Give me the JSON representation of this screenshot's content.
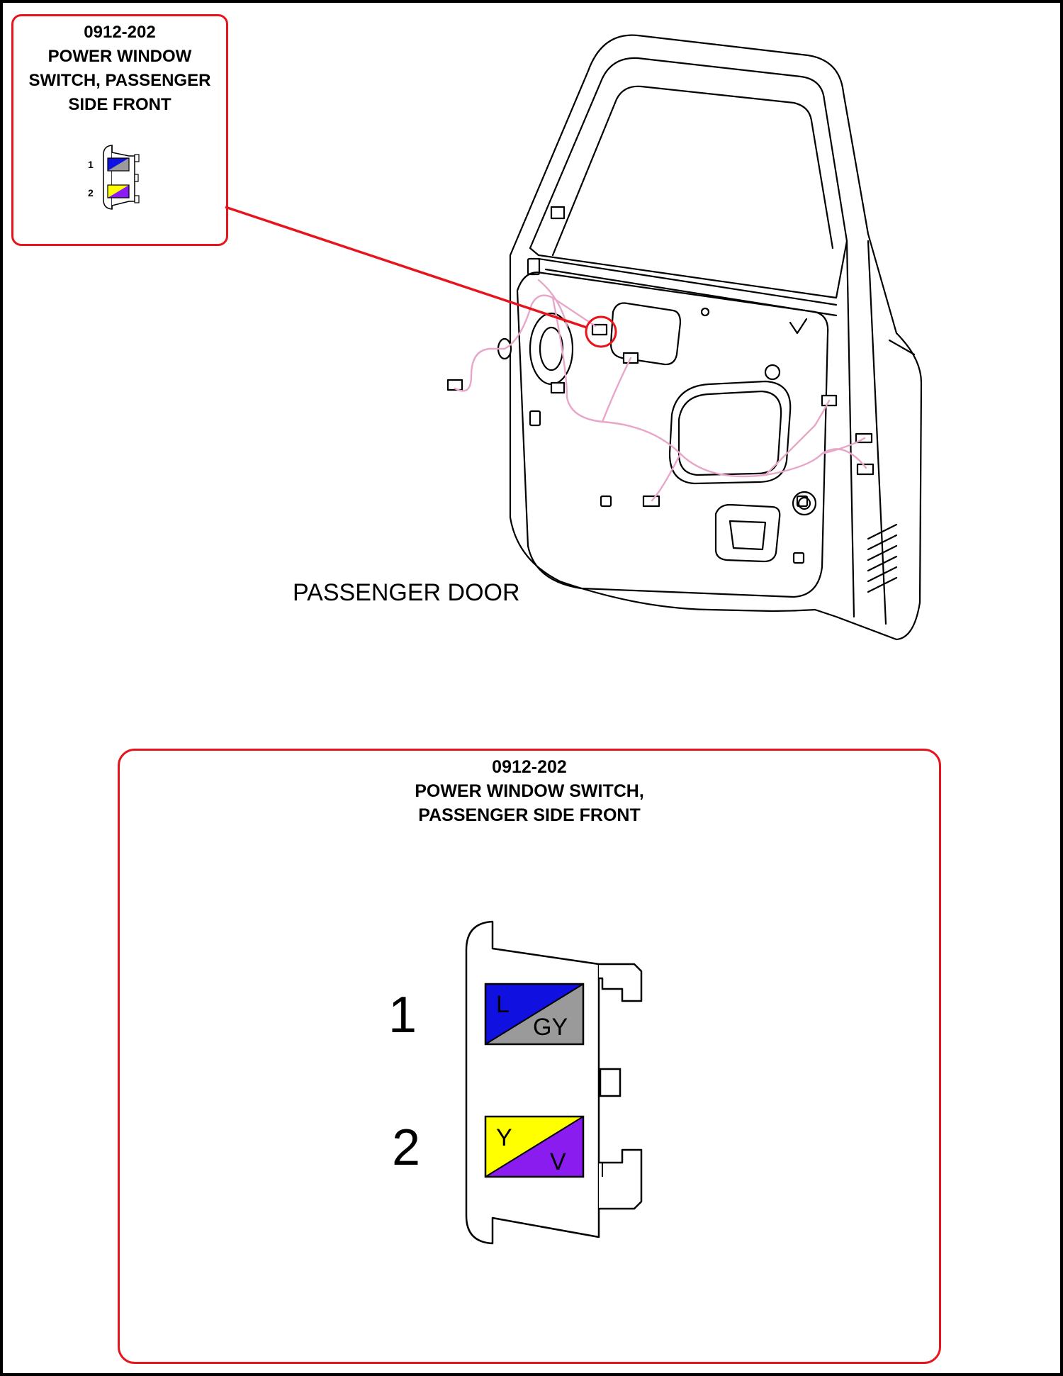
{
  "inset": {
    "part_number": "0912-202",
    "title_lines": [
      "POWER WINDOW",
      "SWITCH, PASSENGER",
      "SIDE FRONT"
    ]
  },
  "main_label": "PASSENGER DOOR",
  "detail": {
    "part_number": "0912-202",
    "title_lines": [
      "POWER WINDOW SWITCH,",
      "PASSENGER SIDE FRONT"
    ]
  },
  "connector": {
    "pins": [
      {
        "number": "1",
        "wire_primary": "L",
        "wire_secondary": "GY",
        "color_primary": "#1010e0",
        "color_secondary": "#9a9a9a"
      },
      {
        "number": "2",
        "wire_primary": "Y",
        "wire_secondary": "V",
        "color_primary": "#ffff00",
        "color_secondary": "#8a1cf0"
      }
    ]
  },
  "colors": {
    "callout": "#e8141b",
    "harness": "#e8a6c8",
    "outline": "#000000"
  }
}
